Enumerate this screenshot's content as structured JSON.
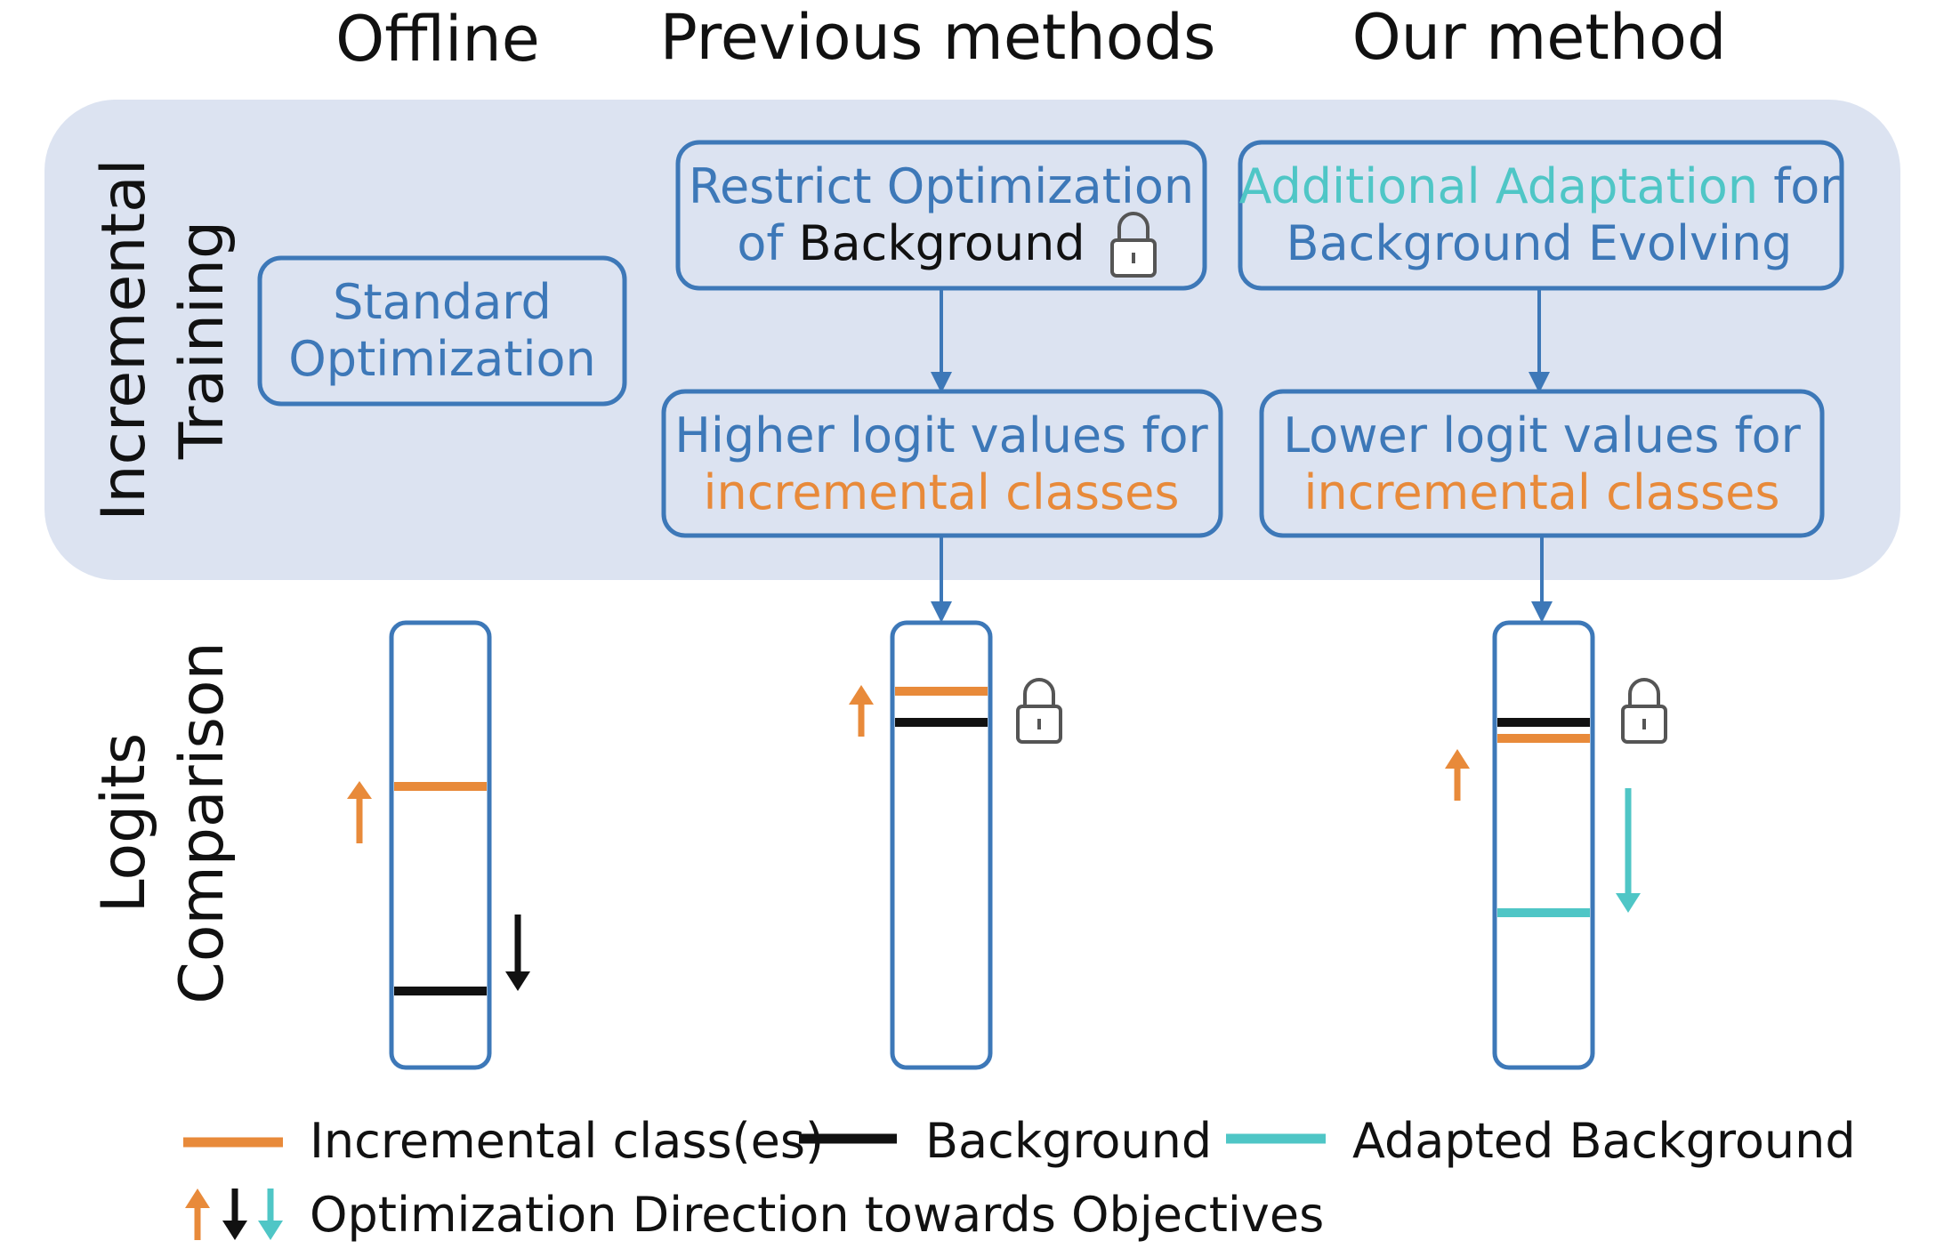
{
  "columns": {
    "offline": "Offline",
    "previous": "Previous methods",
    "ours": "Our method"
  },
  "row_labels": {
    "training_line1": "Incremental",
    "training_line2": "Training",
    "logits_line1": "Logits",
    "logits_line2": "Comparison"
  },
  "boxes": {
    "standard": {
      "line1": "Standard",
      "line2": "Optimization"
    },
    "restrict": {
      "line1": "Restrict Optimization",
      "line2_a": "of ",
      "line2_b": "Background"
    },
    "adaptation": {
      "line1_a": "Additional Adaptation",
      "line1_b": " for",
      "line2": "Background Evolving"
    },
    "higher": {
      "line1": "Higher logit values for",
      "line2": "incremental classes"
    },
    "lower": {
      "line1": "Lower logit values for",
      "line2": "incremental classes"
    }
  },
  "legend": {
    "incremental": "Incremental class(es)",
    "background": "Background",
    "adapted": "Adapted Background",
    "direction": "Optimization Direction towards Objectives"
  },
  "colors": {
    "panel": "#dce3f1",
    "box_border": "#3d78b8",
    "text_blue": "#3d78b8",
    "teal": "#4fc6c6",
    "orange": "#e88a3a",
    "black": "#111111",
    "lock": "#555555"
  },
  "icons": [
    "lock-icon",
    "arrow-up-icon",
    "arrow-down-icon"
  ]
}
